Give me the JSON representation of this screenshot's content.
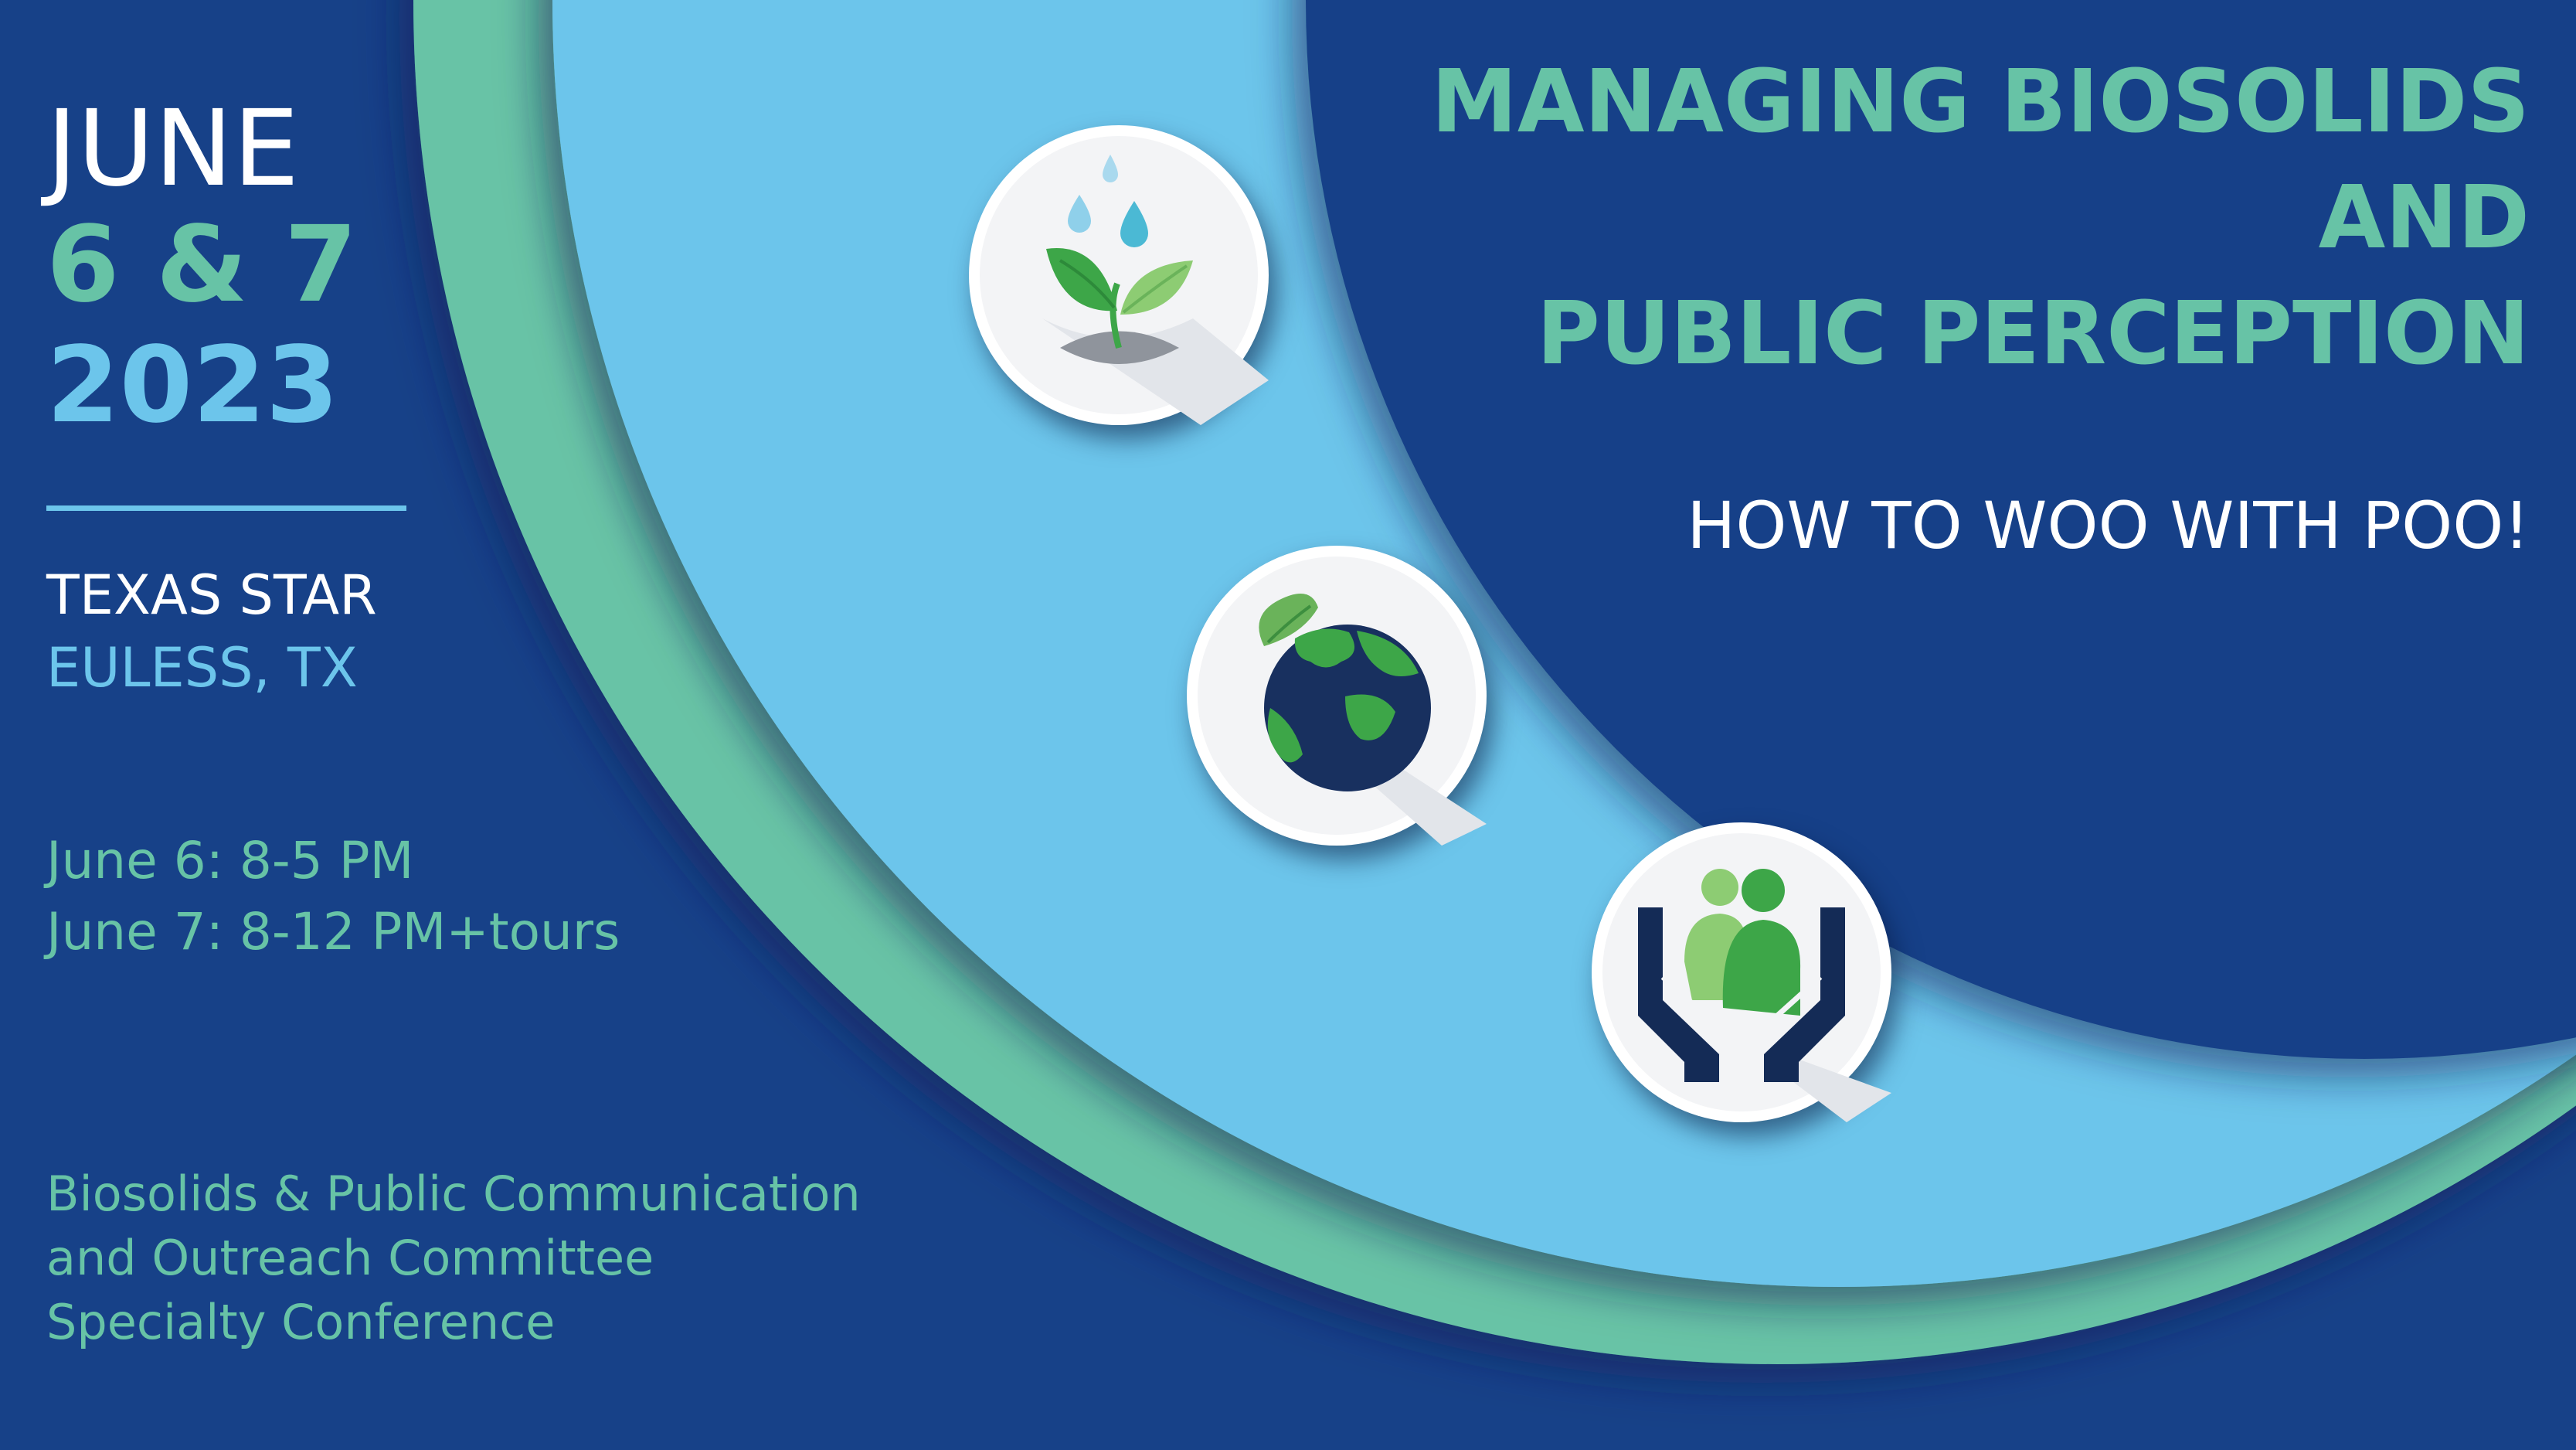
{
  "colors": {
    "background": "#174188",
    "accent_green": "#67c3a6",
    "accent_light_blue": "#6cc5eb",
    "text_white": "#ffffff",
    "icon_green": "#3da648",
    "icon_light_green": "#8dcc73",
    "icon_navy": "#142b56"
  },
  "event": {
    "month": "JUNE",
    "days": "6 & 7",
    "year": "2023"
  },
  "venue": {
    "name": "TEXAS STAR",
    "city": "EULESS, TX"
  },
  "schedule": [
    "June 6: 8-5 PM",
    "June 7: 8-12 PM+tours"
  ],
  "committee": {
    "line1": "Biosolids & Public Communication",
    "line2": "and Outreach Committee",
    "line3": "Specialty Conference"
  },
  "title": {
    "line1": "MANAGING BIOSOLIDS",
    "line2": "AND",
    "line3": "PUBLIC PERCEPTION"
  },
  "subtitle": "HOW TO WOO WITH POO!",
  "icons": [
    "plant-water-icon",
    "globe-leaf-icon",
    "hands-people-icon"
  ]
}
